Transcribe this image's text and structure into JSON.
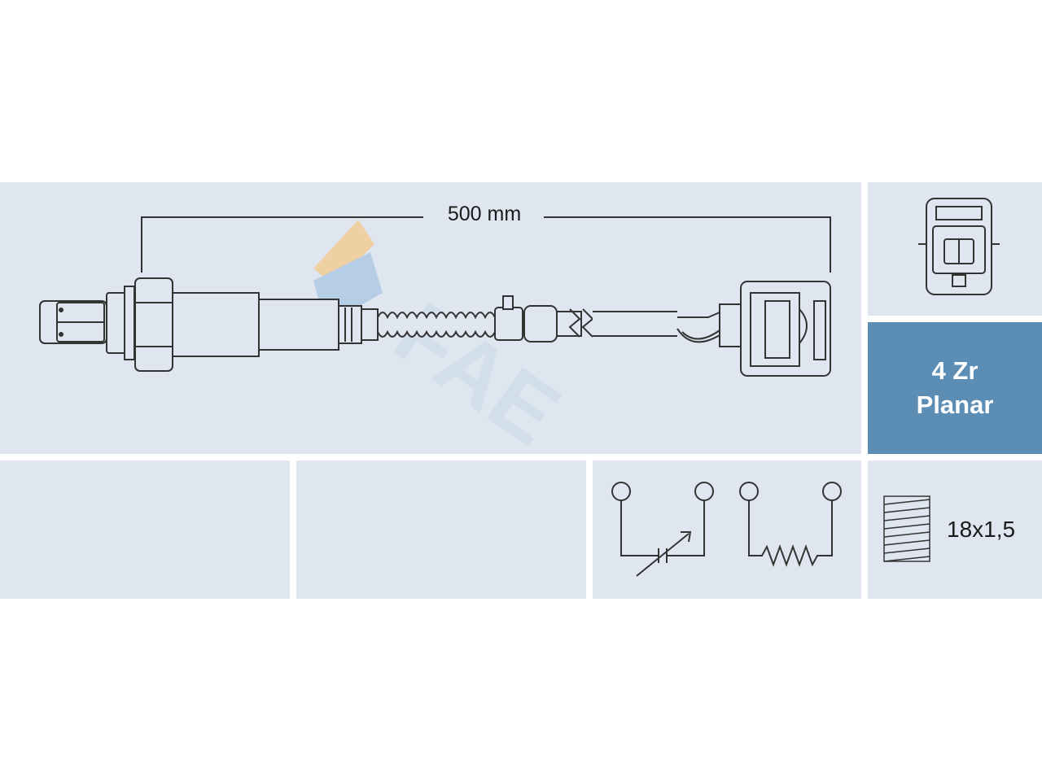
{
  "dimension": {
    "length_label": "500 mm"
  },
  "sensor_type": {
    "line1": "4 Zr",
    "line2": "Planar"
  },
  "thread": {
    "label": "18x1,5"
  },
  "watermark": {
    "text": "FAE"
  },
  "colors": {
    "panel_bg": "#dfe6f0",
    "accent_panel": "#5b8db5",
    "line": "#333333",
    "watermark_orange": "#f3c98a",
    "watermark_blue": "#a9c6e2"
  },
  "icons": [
    "oxygen-sensor-drawing",
    "connector-face-icon",
    "variable-resistor-symbol",
    "heater-resistor-symbol",
    "thread-icon"
  ]
}
